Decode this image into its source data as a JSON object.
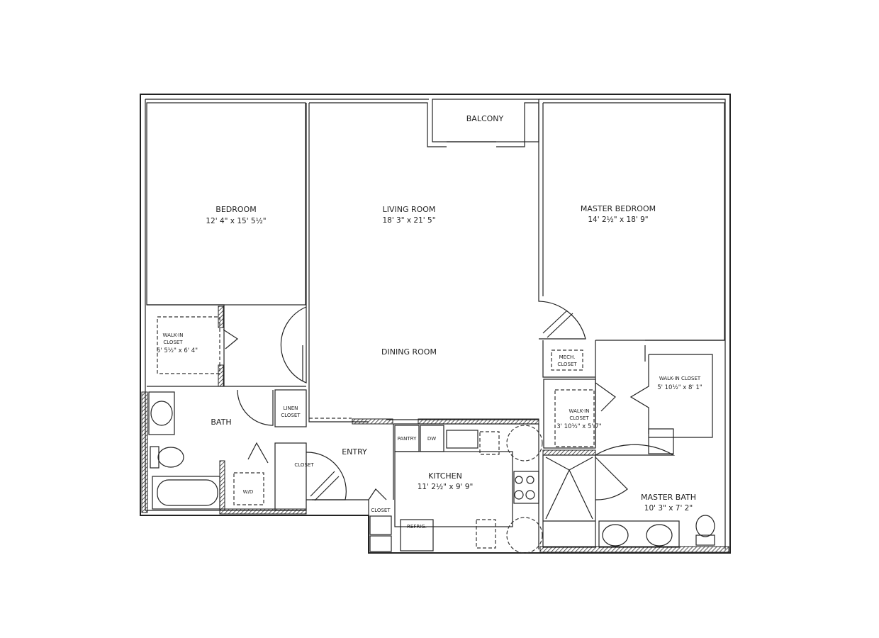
{
  "floor_plan": {
    "rooms": [
      {
        "id": "bedroom",
        "name": "BEDROOM",
        "dimensions": "12' 4\" x 15' 5½\""
      },
      {
        "id": "living-room",
        "name": "LIVING ROOM",
        "dimensions": "18' 3\" x 21' 5\""
      },
      {
        "id": "master-bedroom",
        "name": "MASTER BEDROOM",
        "dimensions": "14' 2½\" x 18' 9\""
      },
      {
        "id": "balcony",
        "name": "BALCONY"
      },
      {
        "id": "dining-room",
        "name": "DINING ROOM"
      },
      {
        "id": "walk-in-closet-bedroom",
        "name_line1": "WALK-IN",
        "name_line2": "CLOSET",
        "dimensions": "5' 5½\" x 6' 4\""
      },
      {
        "id": "bath",
        "name": "BATH"
      },
      {
        "id": "linen-closet",
        "name_line1": "LINEN",
        "name_line2": "CLOSET"
      },
      {
        "id": "closet-entry",
        "name": "CLOSET"
      },
      {
        "id": "washer-dryer",
        "name": "W/D"
      },
      {
        "id": "entry",
        "name": "ENTRY"
      },
      {
        "id": "closet-kitchen",
        "name": "CLOSET"
      },
      {
        "id": "kitchen",
        "name": "KITCHEN",
        "dimensions": "11' 2½\" x 9' 9\""
      },
      {
        "id": "pantry",
        "name": "PANTRY"
      },
      {
        "id": "dishwasher",
        "name": "DW"
      },
      {
        "id": "refrigerator",
        "name": "REFRIG."
      },
      {
        "id": "mech-closet",
        "name_line1": "MECH.",
        "name_line2": "CLOSET"
      },
      {
        "id": "walk-in-closet-small",
        "name_line1": "WALK-IN",
        "name_line2": "CLOSET",
        "dimensions": "3' 10½\" x 5' 7\""
      },
      {
        "id": "walk-in-closet-master",
        "name": "WALK-IN CLOSET",
        "dimensions": "5' 10½\" x 8' 1\""
      },
      {
        "id": "master-bath",
        "name": "MASTER BATH",
        "dimensions": "10' 3\" x 7' 2\""
      }
    ]
  }
}
